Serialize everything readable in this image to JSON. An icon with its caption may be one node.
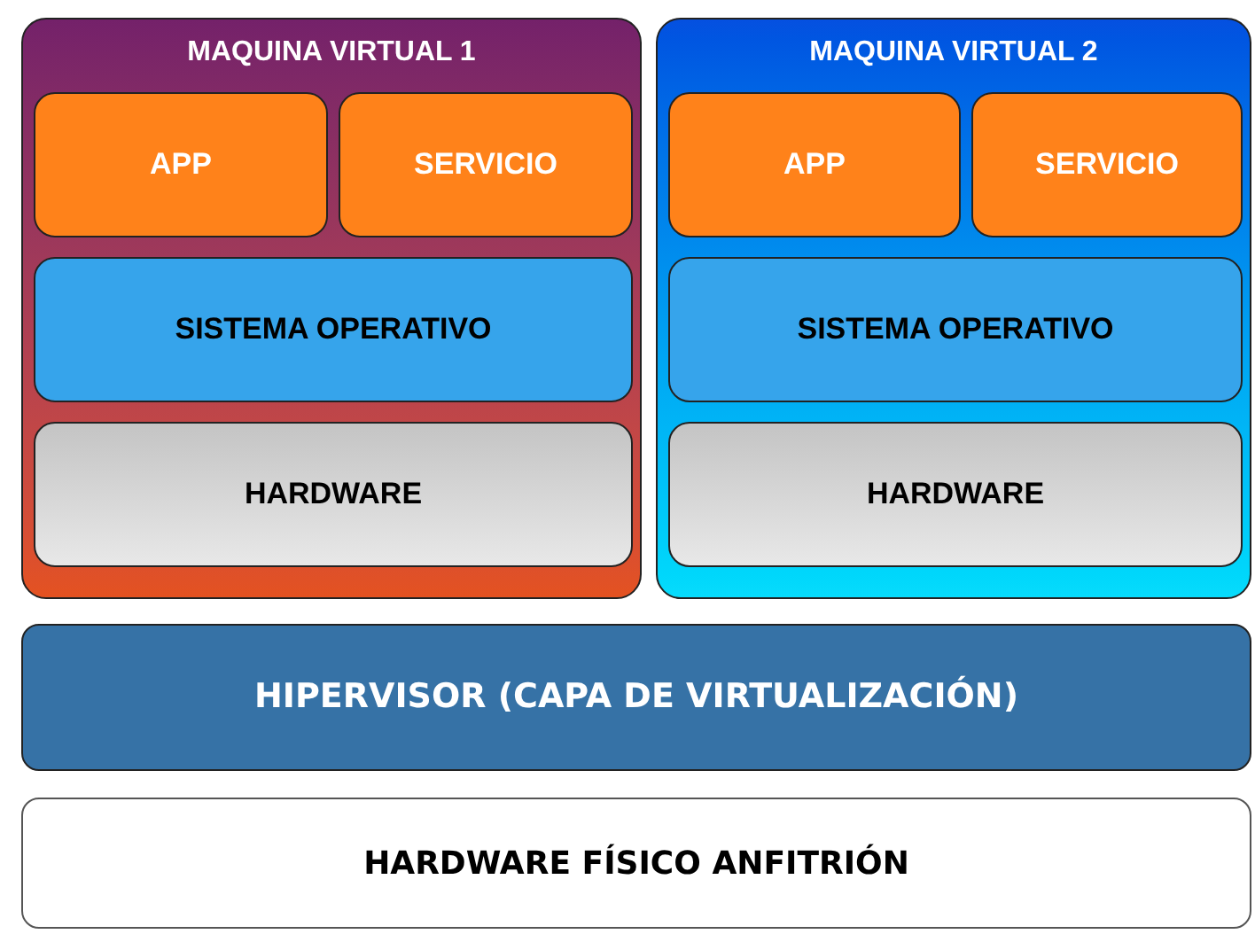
{
  "diagram": {
    "nodes": [
      {
        "text": [
          "MAQUINA VIRTUAL 1"
        ]
      },
      {
        "text": [
          "APP"
        ],
        "in": 0
      },
      {
        "text": [
          "SERVICIO"
        ],
        "in": 0
      },
      {
        "text": [
          "SISTEMA OPERATIVO"
        ],
        "in": 0
      },
      {
        "text": [
          "HARDWARE"
        ],
        "in": 0
      },
      {
        "text": [
          "MAQUINA VIRTUAL 2"
        ]
      },
      {
        "text": [
          "APP"
        ],
        "in": 5
      },
      {
        "text": [
          "SERVICIO"
        ],
        "in": 5
      },
      {
        "text": [
          "SISTEMA OPERATIVO"
        ],
        "in": 5
      },
      {
        "text": [
          "HARDWARE"
        ],
        "in": 5
      },
      {
        "text": [
          "HIPERVISOR (CAPA DE VIRTUALIZACIÓN)"
        ]
      },
      {
        "text": [
          "HARDWARE FÍSICO ANFITRIÓN"
        ]
      }
    ]
  }
}
